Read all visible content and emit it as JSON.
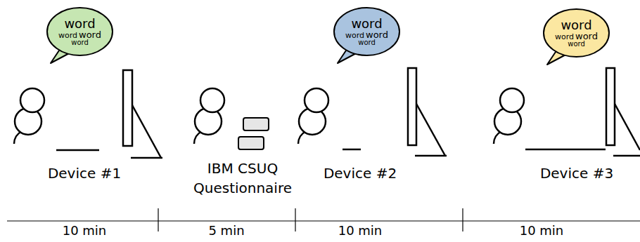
{
  "diagram": {
    "nodes": [
      {
        "text": [
          "word",
          "word",
          "word",
          "word"
        ]
      },
      {
        "text": [
          "word",
          "word",
          "word",
          "word"
        ]
      },
      {
        "text": [
          "word",
          "word",
          "word",
          "word"
        ]
      }
    ],
    "labels": [
      "Device #1",
      "IBM CSUQ Questionnaire",
      "Device #2",
      "Device #3",
      "10 min",
      "5 min",
      "10 min",
      "10 min"
    ]
  }
}
